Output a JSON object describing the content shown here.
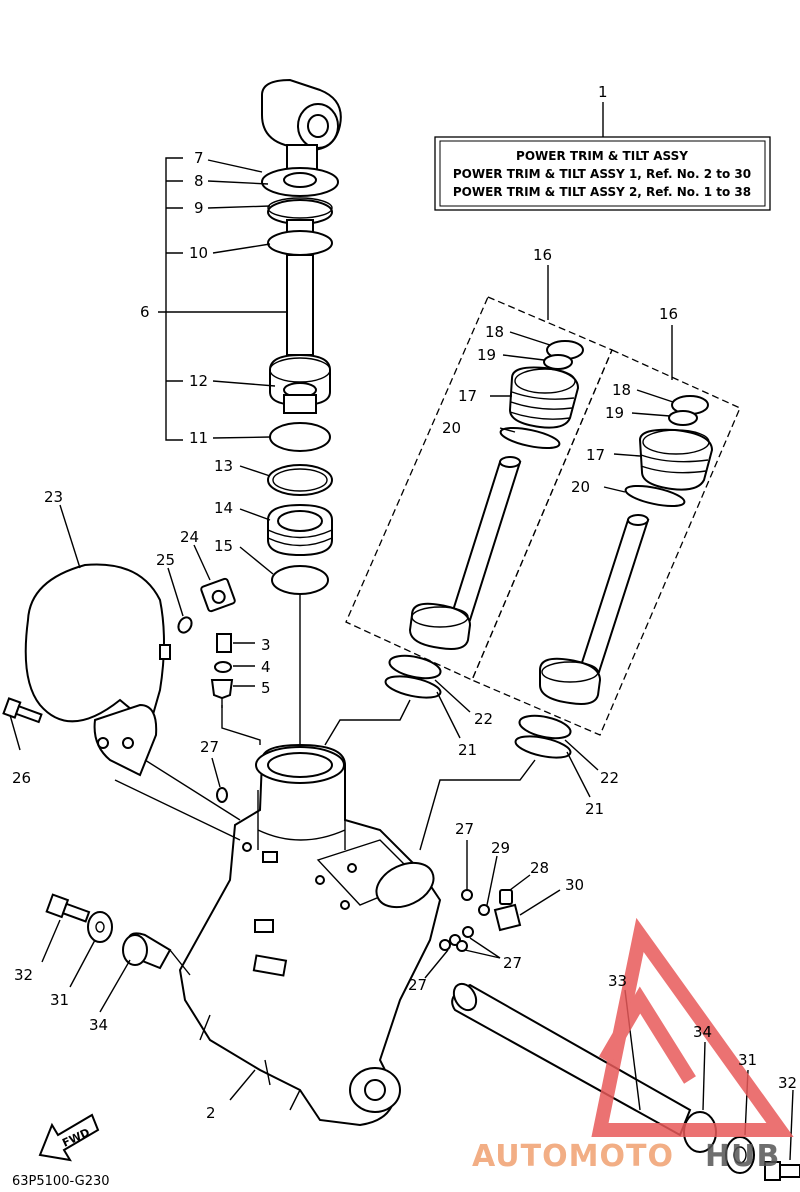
{
  "info_box": {
    "ref_number": "1",
    "title": "POWER TRIM & TILT ASSY",
    "line1": "POWER TRIM & TILT ASSY 1,  Ref. No. 2 to 30",
    "line2": "POWER TRIM & TILT ASSY 2,  Ref. No. 1 to 38"
  },
  "callouts": {
    "n2": "2",
    "n3": "3",
    "n4": "4",
    "n5": "5",
    "n6": "6",
    "n7": "7",
    "n8": "8",
    "n9": "9",
    "n10": "10",
    "n11": "11",
    "n12": "12",
    "n13": "13",
    "n14": "14",
    "n15": "15",
    "n16a": "16",
    "n16b": "16",
    "n17a": "17",
    "n17b": "17",
    "n18a": "18",
    "n18b": "18",
    "n19a": "19",
    "n19b": "19",
    "n20a": "20",
    "n20b": "20",
    "n21a": "21",
    "n21b": "21",
    "n22a": "22",
    "n22b": "22",
    "n23": "23",
    "n24": "24",
    "n25": "25",
    "n26": "26",
    "n27a": "27",
    "n27b": "27",
    "n27c": "27",
    "n27d": "27",
    "n28": "28",
    "n29": "29",
    "n30": "30",
    "n31a": "31",
    "n31b": "31",
    "n32a": "32",
    "n32b": "32",
    "n33": "33",
    "n34a": "34",
    "n34b": "34"
  },
  "fwd_label": "FWD",
  "diagram_code": "63P5100-G230",
  "watermark": {
    "text_part1": "AUTOMOTO",
    "text_part2": "HUB",
    "color_main": "#f0a070",
    "color_triangle": "#e85a5a",
    "color_dark": "#555555"
  }
}
